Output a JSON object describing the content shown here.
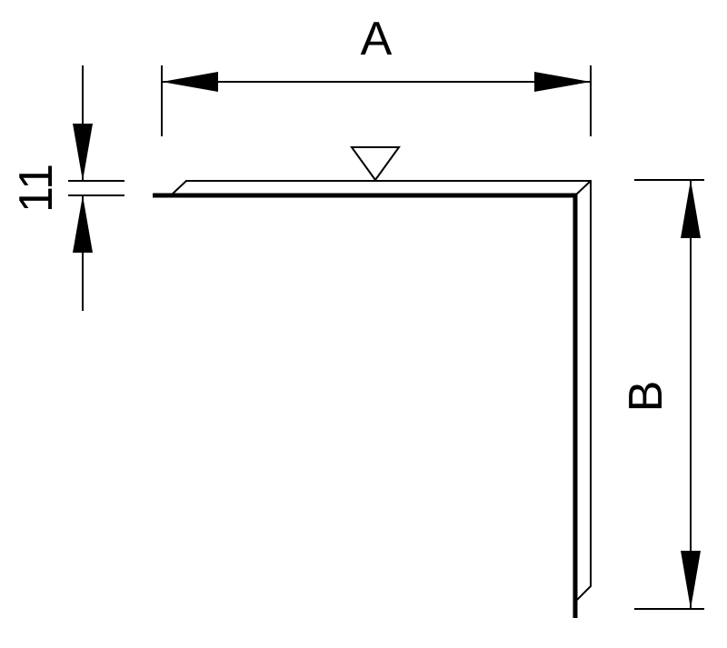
{
  "drawing": {
    "dimension_a_label": "A",
    "dimension_b_label": "B",
    "thickness_label": "11",
    "line_color": "#000000",
    "background_color": "#ffffff"
  }
}
